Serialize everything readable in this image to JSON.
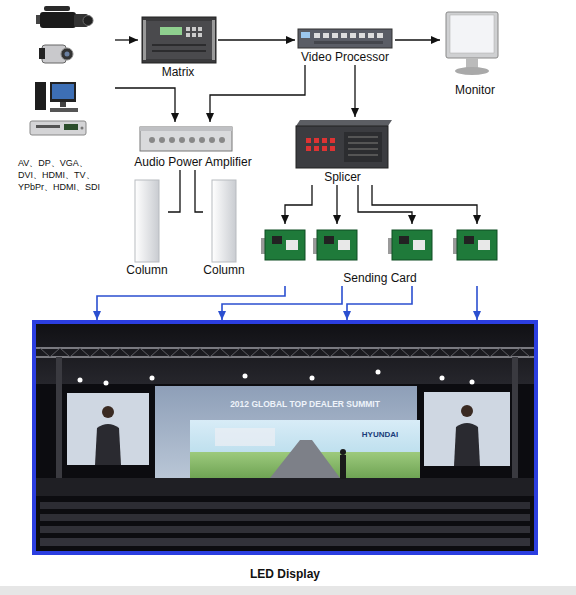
{
  "diagram": {
    "nodes": [
      {
        "text": [
          "AV、DP、VGA、 DVI、HDMI、TV、 YPbPr、HDMI、SDI"
        ]
      },
      {
        "text": [
          "Matrix"
        ]
      },
      {
        "text": [
          "Video Processor"
        ]
      },
      {
        "text": [
          "Monitor"
        ]
      },
      {
        "text": [
          "Audio Power Amplifier"
        ]
      },
      {
        "text": [
          "Splicer"
        ]
      },
      {
        "text": [
          "Column"
        ]
      },
      {
        "text": [
          "Column"
        ]
      },
      {
        "text": [
          "Sending Card"
        ]
      },
      {
        "text": [
          "LED Display"
        ]
      }
    ],
    "edges": [
      {
        "from": 0,
        "to": 1,
        "arrow": "to"
      },
      {
        "from": 0,
        "to": 4,
        "arrow": "to"
      },
      {
        "from": 2,
        "to": 4,
        "arrow": "to"
      },
      {
        "from": 1,
        "to": 2,
        "arrow": "to"
      },
      {
        "from": 2,
        "to": 3,
        "arrow": "to"
      },
      {
        "from": 2,
        "to": 5,
        "arrow": "to"
      },
      {
        "from": 4,
        "to": 6,
        "arrow": "none"
      },
      {
        "from": 4,
        "to": 7,
        "arrow": "none"
      },
      {
        "from": 5,
        "to": 8,
        "arrow": "to"
      },
      {
        "from": 5,
        "to": 8,
        "arrow": "to"
      },
      {
        "from": 5,
        "to": 8,
        "arrow": "to"
      },
      {
        "from": 5,
        "to": 8,
        "arrow": "to"
      },
      {
        "from": 8,
        "to": 9,
        "arrow": "to"
      },
      {
        "from": 8,
        "to": 9,
        "arrow": "to"
      },
      {
        "from": 8,
        "to": 9,
        "arrow": "to"
      },
      {
        "from": 8,
        "to": 9,
        "arrow": "to"
      }
    ],
    "labels": [
      "2012 GLOBAL TOP DEALER SUMMIT",
      "HYUNDAI"
    ]
  }
}
